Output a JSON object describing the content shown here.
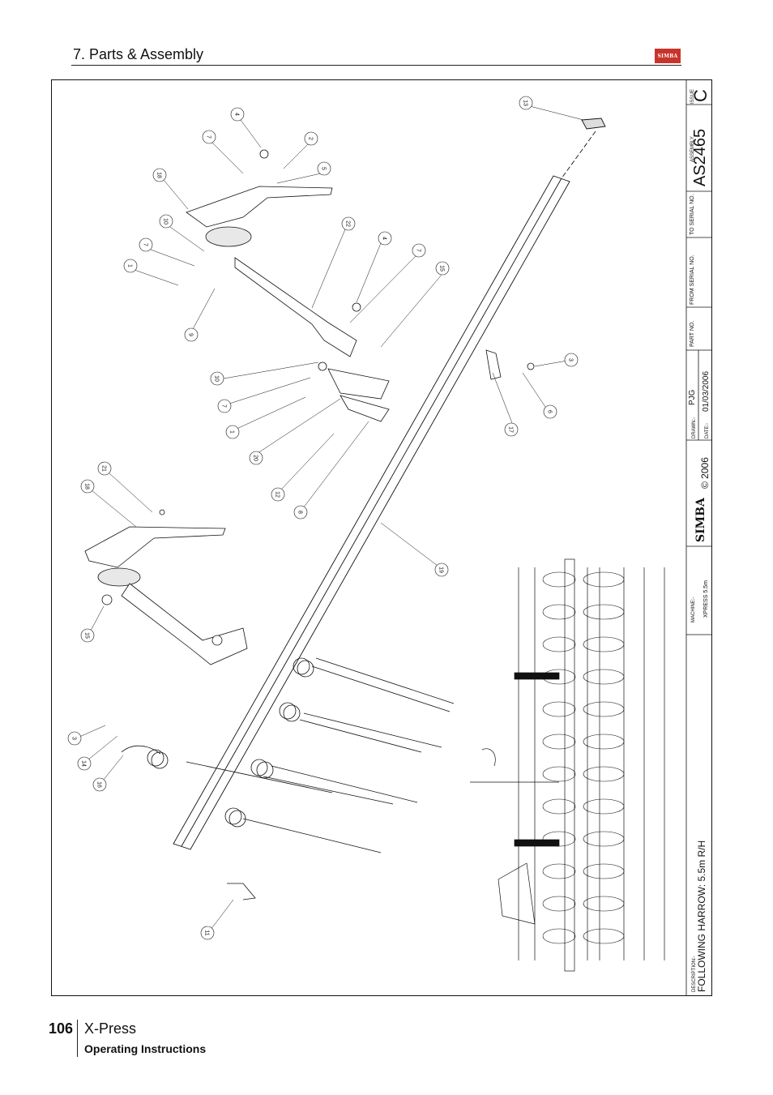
{
  "header": {
    "section_title": "7. Parts & Assembly",
    "brand_logo": "SIMBA"
  },
  "footer": {
    "page_number": "106",
    "manual_name": "X-Press",
    "manual_subtitle": "Operating Instructions"
  },
  "title_block": {
    "issue_label": "ISSUE",
    "issue_value": "C",
    "assembly_label": "ASSEMBLY",
    "assembly_value": "AS2465",
    "to_serial_label": "TO SERIAL NO.",
    "from_serial_label": "FROM SERIAL NO.",
    "part_no_label": "PART NO.",
    "drawn_label": "DRAWN:-",
    "drawn_value": "PJG",
    "date_label": "DATE:-",
    "date_value": "01/03/2006",
    "copyright": "© 2006",
    "logo": "SIMBA",
    "machine_label": "MACHINE:-",
    "machine_value": "XPRESS 5.5m",
    "description_label": "DESCRIPTION:-",
    "description_value": "FOLLOWING HARROW: 5.5m R/H"
  },
  "callouts": [
    {
      "label": "13"
    },
    {
      "label": "4"
    },
    {
      "label": "7"
    },
    {
      "label": "2"
    },
    {
      "label": "5"
    },
    {
      "label": "18"
    },
    {
      "label": "22"
    },
    {
      "label": "10"
    },
    {
      "label": "4"
    },
    {
      "label": "7"
    },
    {
      "label": "7"
    },
    {
      "label": "15"
    },
    {
      "label": "1"
    },
    {
      "label": "9"
    },
    {
      "label": "3"
    },
    {
      "label": "10"
    },
    {
      "label": "7"
    },
    {
      "label": "1"
    },
    {
      "label": "6"
    },
    {
      "label": "17"
    },
    {
      "label": "20"
    },
    {
      "label": "12"
    },
    {
      "label": "8"
    },
    {
      "label": "21"
    },
    {
      "label": "18"
    },
    {
      "label": "19"
    },
    {
      "label": "15"
    },
    {
      "label": "3"
    },
    {
      "label": "14"
    },
    {
      "label": "16"
    },
    {
      "label": "11"
    }
  ]
}
